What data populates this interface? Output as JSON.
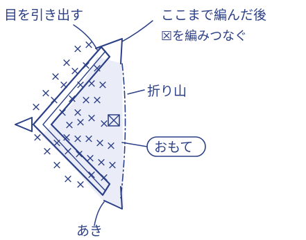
{
  "labels": {
    "pull_stitch": "目を引き出す",
    "knitted_to_here": "ここまで編んだ後",
    "join_with": "☒を編みつなぐ",
    "fold_ridge": "折り山",
    "right_side": "おもて",
    "opening": "あき"
  },
  "colors": {
    "ink": "#2b3f86",
    "tint": "#d9dff0",
    "background": "#ffffff"
  },
  "symbols": {
    "single_crochet": "×",
    "join_marker": "⊠"
  }
}
